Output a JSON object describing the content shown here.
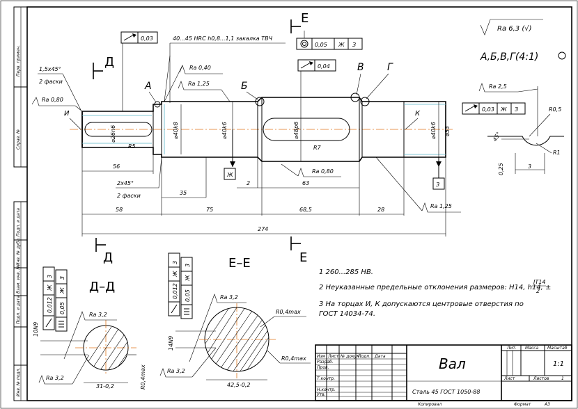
{
  "frame_labels": [
    "Перв. примен.",
    "Справ. №",
    "Подп. и дата",
    "Инв. № дубл.",
    "Взам. инв. №",
    "Подп. и дата",
    "Инв. № подл."
  ],
  "section_marks": {
    "D": "Д",
    "E": "Е"
  },
  "points": {
    "A": "А",
    "B": "Б",
    "V": "В",
    "G": "Г",
    "I": "И",
    "K": "К",
    "Zh": "Ж",
    "Z": "З"
  },
  "roughness": {
    "general": "Ra 6,3 (√)",
    "ra080_left": "Ra 0,80",
    "ra040": "Ra 0,40",
    "ra125_top": "Ra 1,25",
    "ra080_bottom": "Ra 0,80",
    "ra125_right": "Ra 1,25",
    "ra25": "Ra 2,5",
    "ra32_d1": "Ra 3,2",
    "ra32_d2": "Ra 3,2",
    "ra32_e1": "Ra 3,2",
    "ra32_e2": "Ra 3,2"
  },
  "heat_treatment": "40...45 HRC h0,8...1,1 закалка ТВЧ",
  "chamfer_top": "1,5х45°",
  "chamfer_top_note": "2 фаски",
  "chamfer_bottom": "2х45°",
  "chamfer_bottom_note": "2 фаски",
  "tolerances": {
    "runout1": "0,03",
    "sym": "0,05",
    "sym_base1": "Ж",
    "sym_base2": "З",
    "runout2": "0,04",
    "runout3": "0,03",
    "runout3_base1": "Ж",
    "runout3_base2": "З"
  },
  "diameters": {
    "d1": "⌀26n6",
    "d2": "⌀40k8",
    "d3": "⌀40k6",
    "d4": "⌀48p6",
    "d5": "⌀40k6",
    "d6": "⌀53"
  },
  "radii": {
    "r5": "R5",
    "r7": "R7",
    "r05": "R0,5",
    "r1": "R1"
  },
  "dimensions": {
    "l56": "56",
    "l35": "35",
    "l2": "2",
    "l63": "63",
    "l58": "58",
    "l75": "75",
    "l685": "68,5",
    "l28": "28",
    "l274": "274"
  },
  "detail": {
    "label": "А,Б,В,Г(4:1)",
    "angle": "45°",
    "depth": "0,25",
    "width": "3"
  },
  "section_D": {
    "title": "Д–Д",
    "width": "10N9",
    "sym_val": "0,012",
    "sym_base": "Ж",
    "sym_num": "3",
    "sym_val2": "0,05",
    "base2": "Ж",
    "num2": "3",
    "bottom": "31-0,2",
    "radius": "R0,4max"
  },
  "section_E": {
    "title": "Е–Е",
    "width": "14N9",
    "sym_val": "0,012",
    "sym_base": "Ж",
    "sym_num": "3",
    "sym_val2": "0,05",
    "base2": "Ж",
    "num2": "3",
    "bottom": "42,5-0,2",
    "radius_top": "R0,4max",
    "radius_right": "R0,4max"
  },
  "notes": [
    "1 260...285 HB.",
    "2 Неуказанные предельные отклонения размеров: H14, h14, ±",
    "3 На торцах И, К допускаются центровые отверстия по",
    "ГОСТ 14034-74."
  ],
  "notes_fraction": {
    "num": "IT14",
    "den": "2"
  },
  "title_block": {
    "name": "Вал",
    "material": "Сталь 45 ГОСТ 1050-88",
    "head": [
      "Изм",
      "Лист",
      "№ докум.",
      "Подп.",
      "Дата"
    ],
    "rows": [
      "Разраб.",
      "Пров.",
      "Т.контр.",
      "",
      "Н.контр.",
      "Утв."
    ],
    "lit": "Лит.",
    "mass": "Масса",
    "scale": "Масштаб",
    "scale_value": "1:1",
    "sheet": "Лист",
    "sheets": "Листов",
    "sheets_value": "1",
    "copied": "Копировал",
    "format": "Формат",
    "format_value": "А3"
  }
}
